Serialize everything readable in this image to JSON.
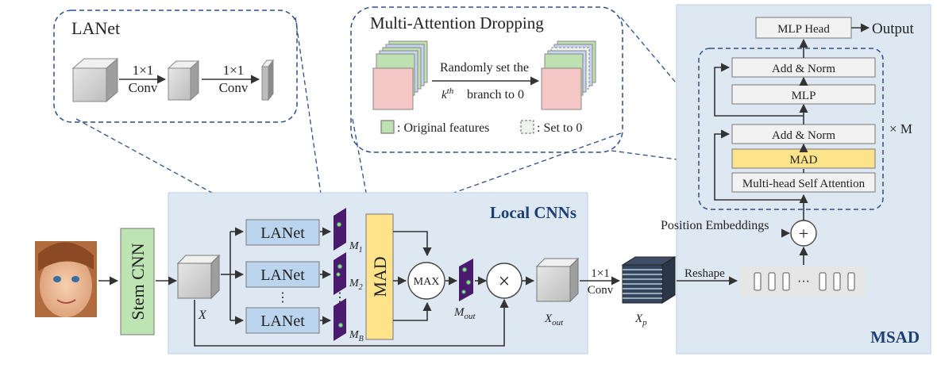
{
  "lanet_inset": {
    "title": "LANet",
    "conv1_top": "1×1",
    "conv1_bottom": "Conv",
    "conv2_top": "1×1",
    "conv2_bottom": "Conv"
  },
  "mad_inset": {
    "title": "Multi-Attention Dropping",
    "arrow_top": "Randomly set the",
    "arrow_k": "k",
    "arrow_th": "th",
    "arrow_bottom": "branch to 0",
    "legend_original": ": Original features",
    "legend_zero": ": Set to 0"
  },
  "local_cnns": {
    "title": "Local CNNs",
    "stem": "Stem CNN",
    "x_label": "X",
    "lanet_labels": [
      "LANet",
      "LANet",
      "LANet"
    ],
    "dots": "⋮",
    "map_labels": [
      "M",
      "M",
      "M"
    ],
    "map_subscripts": [
      "1",
      "2",
      "B"
    ],
    "mad": "MAD",
    "max": "MAX",
    "times": "×",
    "mout": "M",
    "mout_sub": "out",
    "xout": "X",
    "xout_sub": "out",
    "conv_top": "1×1",
    "conv_bottom": "Conv",
    "xp": "X",
    "xp_sub": "p",
    "reshape": "Reshape",
    "token_dots": "···"
  },
  "msad": {
    "title": "MSAD",
    "mlp_head": "MLP Head",
    "output": "Output",
    "add_norm_top": "Add & Norm",
    "mlp": "MLP",
    "add_norm_bottom": "Add & Norm",
    "mad": "MAD",
    "mhsa": "Multi-head Self Attention",
    "repeat": "× M",
    "position_embeddings": "Position Embeddings",
    "plus": "+"
  },
  "colors": {
    "panel_fill": "#dde8f3",
    "panel_stroke": "#b9cfe4",
    "lanet_fill": "#bcd5ee",
    "mad_fill": "#ffe38a",
    "stem_fill": "#bfe4b4",
    "dashed_stroke": "#2f4f8a",
    "title_blue": "#1b3f73",
    "map_fill": "#4a1a6e",
    "map_blob": "#5fd08c",
    "pink": "#f4c6c6",
    "green": "#bfe0b0"
  }
}
